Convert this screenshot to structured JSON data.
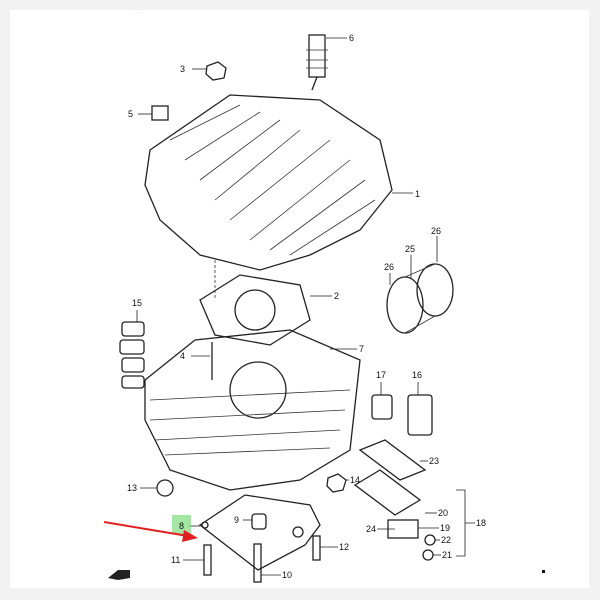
{
  "diagram": {
    "title": "Cylinder head and cylinder parts diagram",
    "header_text": "·····",
    "highlight_color": "#8fe08f",
    "arrow_color": "#e02020",
    "highlighted_part": "8",
    "callouts": {
      "p1": "1",
      "p2": "2",
      "p3": "3",
      "p4": "4",
      "p5": "5",
      "p6": "6",
      "p7": "7",
      "p8": "8",
      "p9": "9",
      "p10": "10",
      "p11": "11",
      "p12": "12",
      "p13": "13",
      "p14": "14",
      "p15": "15",
      "p16": "16",
      "p17": "17",
      "p18": "18",
      "p19": "19",
      "p20": "20",
      "p21": "21",
      "p22": "22",
      "p23": "23",
      "p24": "24",
      "p25": "25",
      "p26a": "26",
      "p26b": "26"
    }
  }
}
